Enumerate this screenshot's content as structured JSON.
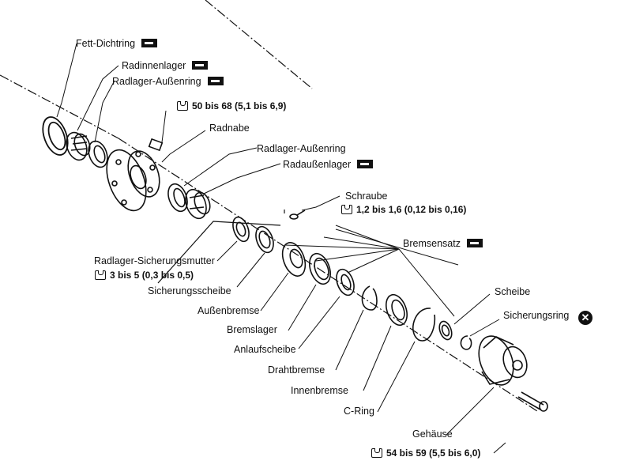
{
  "labels": {
    "fett_dichtring": "Fett-Dichtring",
    "radinnenlager": "Radinnenlager",
    "radlager_aussenring_1": "Radlager-Außenring",
    "torque_hub_bolt": "50 bis 68 (5,1 bis 6,9)",
    "radnabe": "Radnabe",
    "radlager_aussenring_2": "Radlager-Außenring",
    "radaussenlager": "Radaußenlager",
    "schraube": "Schraube",
    "torque_schraube": "1,2 bis 1,6 (0,12 bis 0,16)",
    "bremsensatz": "Bremsensatz",
    "sicherungsmutter": "Radlager-Sicherungsmutter",
    "torque_mutter": "3 bis 5 (0,3 bis 0,5)",
    "sicherungsscheibe": "Sicherungsscheibe",
    "aussenbremse": "Außenbremse",
    "bremslager": "Bremslager",
    "anlaufscheibe": "Anlaufscheibe",
    "drahtbremse": "Drahtbremse",
    "innenbremse": "Innenbremse",
    "c_ring": "C-Ring",
    "scheibe": "Scheibe",
    "sicherungsring": "Sicherungsring",
    "gehaeuse": "Gehäuse",
    "torque_gehaeuse": "54 bis 59 (5,5 bis 6,0)"
  },
  "icons": {
    "torque": "torque-wrench-icon",
    "grease": "grease-icon",
    "replace": "x-replace-icon",
    "replace_glyph": "✕"
  }
}
